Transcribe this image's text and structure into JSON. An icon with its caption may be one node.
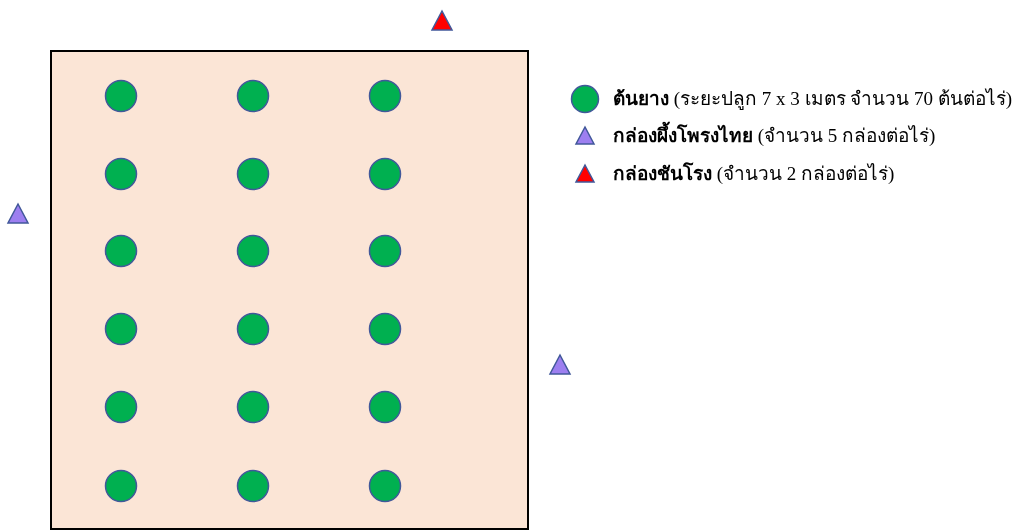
{
  "diagram": {
    "legend": [
      {
        "text": "**ต้นยาง** (ระยะปลูก 7 x 3 เมตร จำนวน 70 ต้นต่อไร่)"
      },
      {
        "text": "**กล่องผึ้งโพรงไทย** (จำนวน 5 กล่องต่อไร่)"
      },
      {
        "text": "**กล่องชันโรง** (จำนวน 2 กล่องต่อไร่)"
      }
    ]
  }
}
